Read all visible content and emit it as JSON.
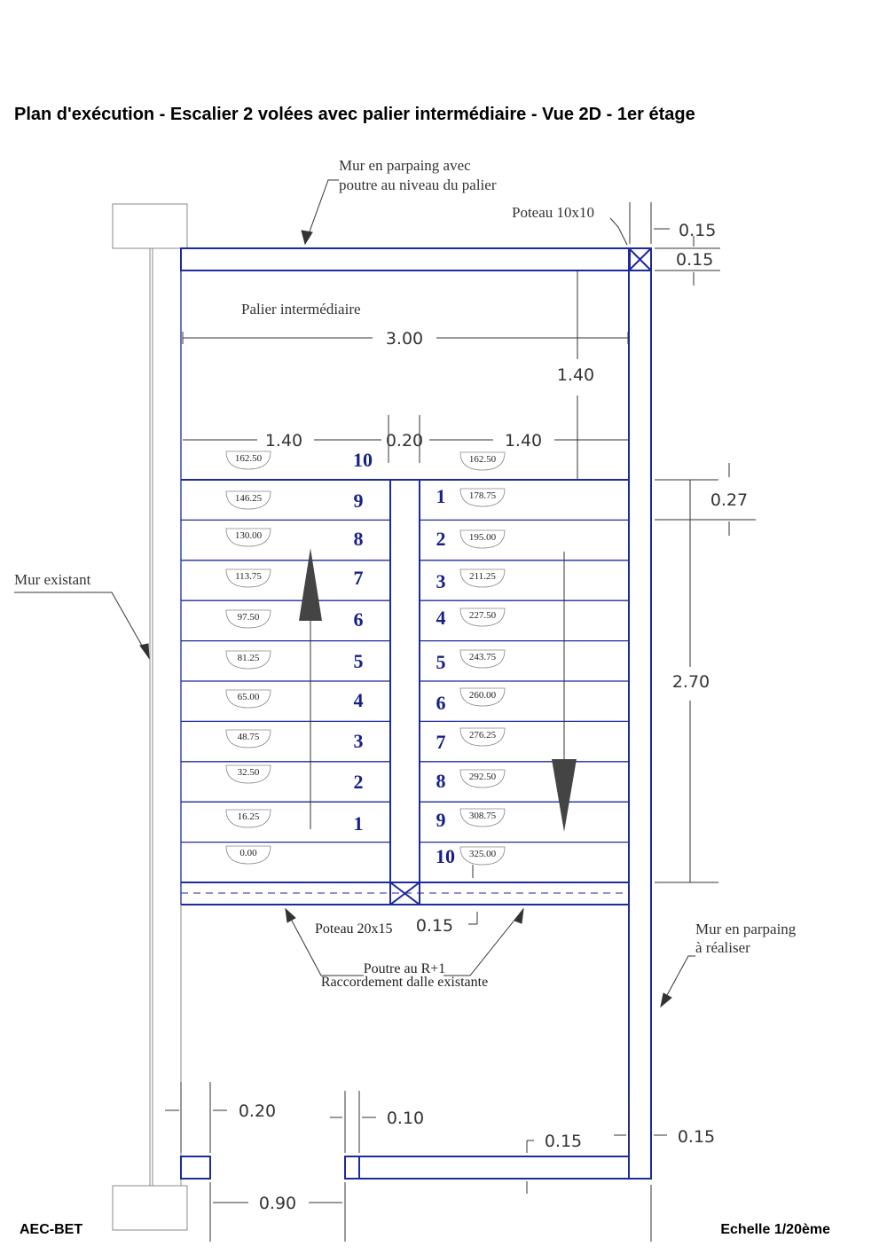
{
  "title": "Plan d'exécution - Escalier 2 volées avec palier intermédiaire - Vue 2D - 1er étage",
  "notes": {
    "wall_beam_line1": "Mur en parpaing avec",
    "wall_beam_line2": "poutre au niveau du palier",
    "post_10x10": "Poteau 10x10",
    "landing": "Palier intermédiaire",
    "existing_wall": "Mur existant",
    "new_wall_line1": "Mur en parpaing",
    "new_wall_line2": "à réaliser",
    "post_20x15": "Poteau 20x15",
    "beam_line1": "Poutre au R+1",
    "beam_line2": "Raccordement dalle existante"
  },
  "dimensions": {
    "top_wall": "0.15",
    "top_post": "0.15",
    "width_total": "3.00",
    "landing_depth": "1.40",
    "left_flight": "1.40",
    "center_wall": "0.20",
    "right_flight": "1.40",
    "riser_depth": "0.27",
    "flight_length": "2.70",
    "post_bottom": "0.15",
    "left_wall_bottom": "0.20",
    "door_jamb": "0.10",
    "bottom_wall": "0.15",
    "right_wall_bottom": "0.15",
    "opening": "0.90"
  },
  "left_flight": {
    "steps": [
      "10",
      "9",
      "8",
      "7",
      "6",
      "5",
      "4",
      "3",
      "2",
      "1"
    ],
    "elevations": [
      "162.50",
      "146.25",
      "130.00",
      "113.75",
      "97.50",
      "81.25",
      "65.00",
      "48.75",
      "32.50",
      "16.25",
      "0.00"
    ]
  },
  "right_flight": {
    "steps": [
      "1",
      "2",
      "3",
      "4",
      "5",
      "6",
      "7",
      "8",
      "9",
      "10"
    ],
    "elevations": [
      "162.50",
      "178.75",
      "195.00",
      "211.25",
      "227.50",
      "243.75",
      "260.00",
      "276.25",
      "292.50",
      "308.75",
      "325.00"
    ]
  },
  "footer": {
    "company": "AEC-BET",
    "scale": "Echelle 1/20ème"
  },
  "colors": {
    "structure": "#1c2aa0",
    "step_numbers": "#16208a",
    "annotation": "#333333"
  }
}
